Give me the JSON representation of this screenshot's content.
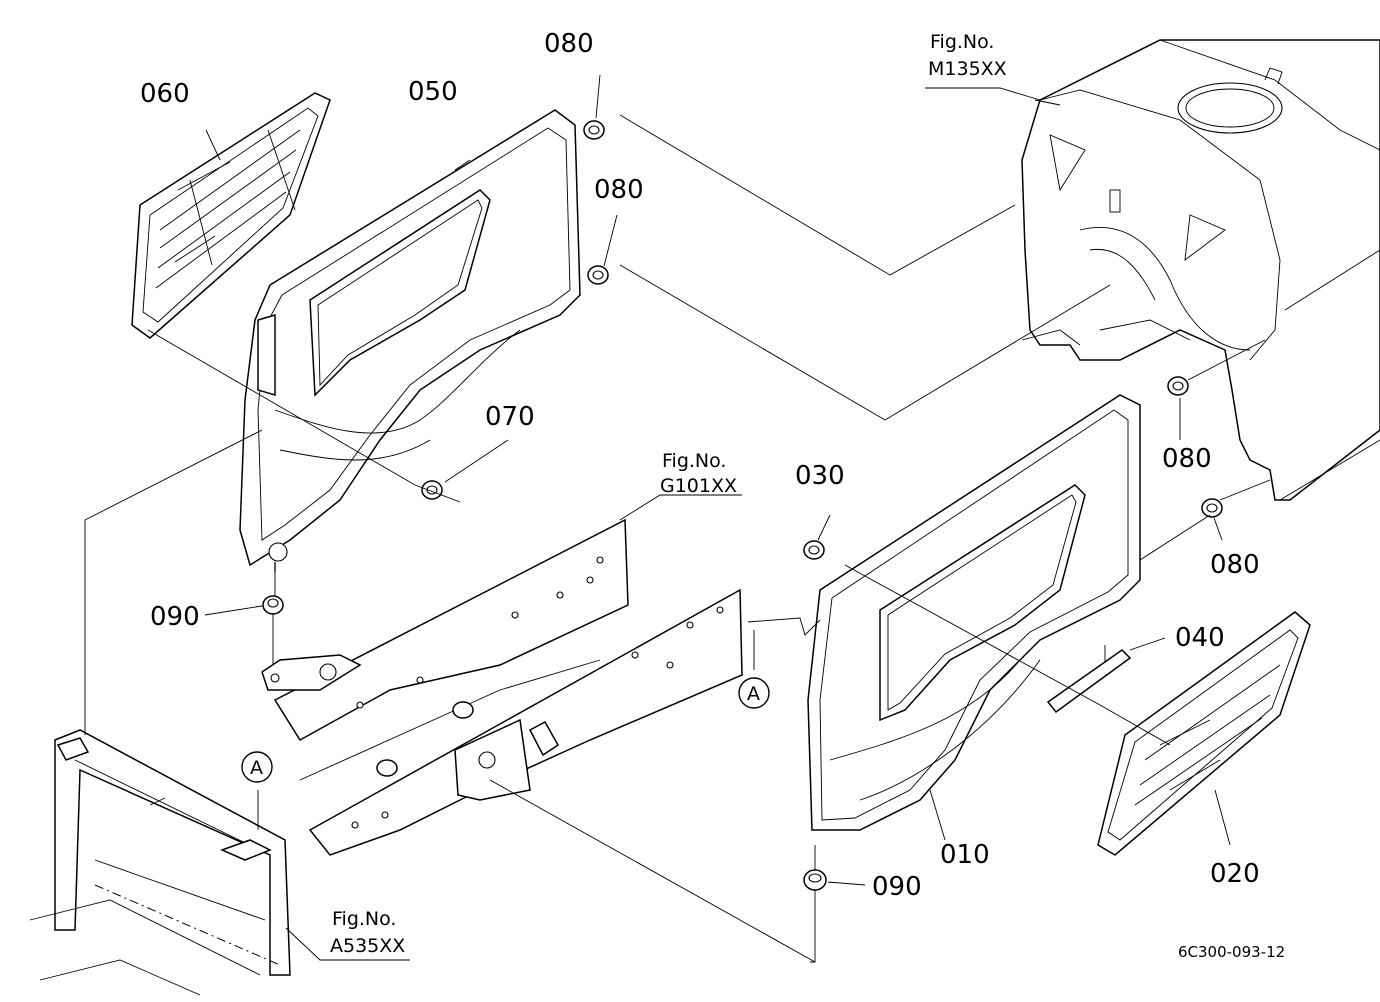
{
  "part_labels": {
    "p010": "010",
    "p020": "020",
    "p030": "030",
    "p040": "040",
    "p050": "050",
    "p060": "060",
    "p070": "070",
    "p080a": "080",
    "p080b": "080",
    "p080c": "080",
    "p080d": "080",
    "p090a": "090",
    "p090b": "090"
  },
  "figure_refs": {
    "m135": {
      "line1": "Fig.No.",
      "line2": "M135XX"
    },
    "g101": {
      "line1": "Fig.No.",
      "line2": "G101XX"
    },
    "a535": {
      "line1": "Fig.No.",
      "line2": "A535XX"
    }
  },
  "markers": {
    "a_right": "A",
    "a_left": "A"
  },
  "drawing_code": "6C300-093-12"
}
